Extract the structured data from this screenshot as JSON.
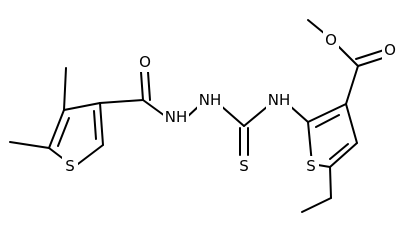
{
  "molecule": {
    "atom_labels": {
      "o_amide": "O",
      "n_hydrazide_1": "NH",
      "n_hydrazide_2": "NH",
      "n_thiourea": "NH",
      "s_thione": "S",
      "s_thiophene_left": "S",
      "s_thiophene_right": "S",
      "o_carbonyl_ester": "O",
      "o_ester": "O"
    }
  }
}
